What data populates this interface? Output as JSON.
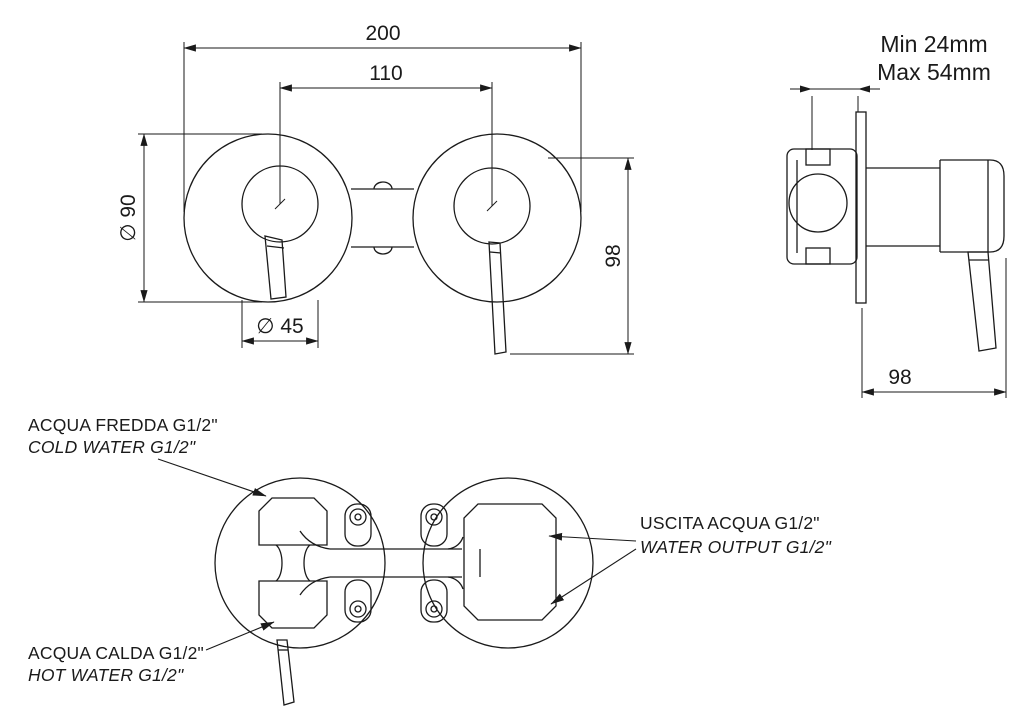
{
  "front_view": {
    "dim_overall_width": "200",
    "dim_handle_centers": "110",
    "dim_plate_diameter": "∅ 90",
    "dim_handle_diameter": "∅ 45",
    "dim_lever_drop": "98"
  },
  "side_view": {
    "wall_thickness_min": "Min 24mm",
    "wall_thickness_max": "Max 54mm",
    "dim_body_depth": "98"
  },
  "annotations": {
    "cold_water_it": "ACQUA FREDDA G1/2\"",
    "cold_water_en": "COLD WATER G1/2\"",
    "hot_water_it": "ACQUA CALDA G1/2\"",
    "hot_water_en": "HOT WATER G1/2\"",
    "water_output_it": "USCITA ACQUA G1/2\"",
    "water_output_en": "WATER OUTPUT G1/2\""
  },
  "colors": {
    "cold": "#1414d2",
    "hot": "#e00000",
    "line": "#1a1a1a"
  }
}
